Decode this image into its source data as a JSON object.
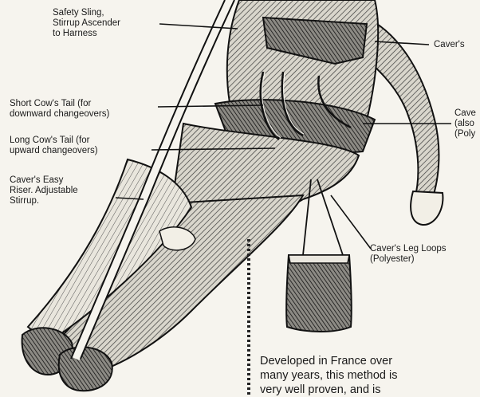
{
  "labels": {
    "safety_sling": "Safety Sling,\nStirrup Ascender\nto Harness",
    "cavers_harness": "Caver's",
    "short_cows_tail": "Short Cow's Tail (for\ndownward changeovers)",
    "cave_chest": "Cave\n(also\n(Poly",
    "long_cows_tail": "Long Cow's Tail (for\nupward changeovers)",
    "easy_riser": "Caver's Easy\nRiser. Adjustable\nStirrup.",
    "leg_loops": "Caver's Leg Loops\n(Polyester)"
  },
  "body_text": "Developed in France over\nmany years, this method is\nvery well proven, and is"
}
